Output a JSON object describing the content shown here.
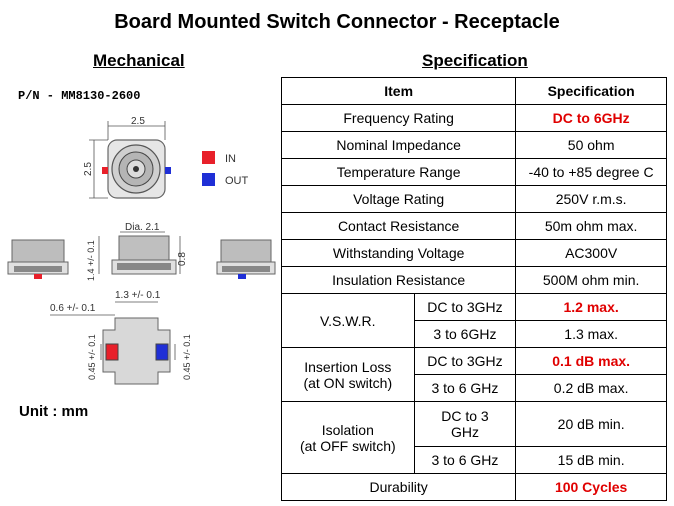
{
  "title": "Board Mounted Switch Connector - Receptacle",
  "mechanical": {
    "heading": "Mechanical",
    "part_number": "P/N - MM8130-2600",
    "unit": "Unit : mm",
    "legend": {
      "in": "IN",
      "out": "OUT",
      "in_color": "#e8202a",
      "out_color": "#1f2fd6"
    },
    "dimensions": {
      "top_width": "2.5",
      "side_height": "2.5",
      "diameter": "Dia. 2.1",
      "height": "0.8",
      "profile_height": "1.4 +/- 0.1",
      "pad_spacing": "1.3 +/- 0.1",
      "pad_offset": "0.6 +/- 0.1",
      "pad_left": "0.45 +/- 0.1",
      "pad_right": "0.45 +/- 0.1"
    }
  },
  "specification": {
    "heading": "Specification",
    "header": {
      "item": "Item",
      "spec": "Specification"
    },
    "rows": {
      "frequency": {
        "item": "Frequency Rating",
        "value": "DC to 6GHz"
      },
      "impedance": {
        "item": "Nominal Impedance",
        "value": "50 ohm"
      },
      "temperature": {
        "item": "Temperature Range",
        "value": "-40 to +85 degree C"
      },
      "voltage": {
        "item": "Voltage Rating",
        "value": "250V r.m.s."
      },
      "contact_resistance": {
        "item": "Contact Resistance",
        "value": "50m ohm max."
      },
      "withstanding": {
        "item": "Withstanding Voltage",
        "value": "AC300V"
      },
      "insulation": {
        "item": "Insulation Resistance",
        "value": "500M ohm min."
      },
      "vswr": {
        "item": "V.S.W.R.",
        "r1_cond": "DC to 3GHz",
        "r1_value": "1.2 max.",
        "r2_cond": "3 to 6GHz",
        "r2_value": "1.3 max."
      },
      "insertion": {
        "item_line1": "Insertion Loss",
        "item_line2": "(at ON switch)",
        "r1_cond": "DC to 3GHz",
        "r1_value": "0.1 dB max.",
        "r2_cond": "3 to 6 GHz",
        "r2_value": "0.2 dB max."
      },
      "isolation": {
        "item_line1": "Isolation",
        "item_line2": "(at OFF switch)",
        "r1_cond_line1": "DC to 3",
        "r1_cond_line2": "GHz",
        "r1_value": "20 dB min.",
        "r2_cond": "3 to 6 GHz",
        "r2_value": "15 dB min."
      },
      "durability": {
        "item": "Durability",
        "value": "100 Cycles"
      }
    }
  }
}
